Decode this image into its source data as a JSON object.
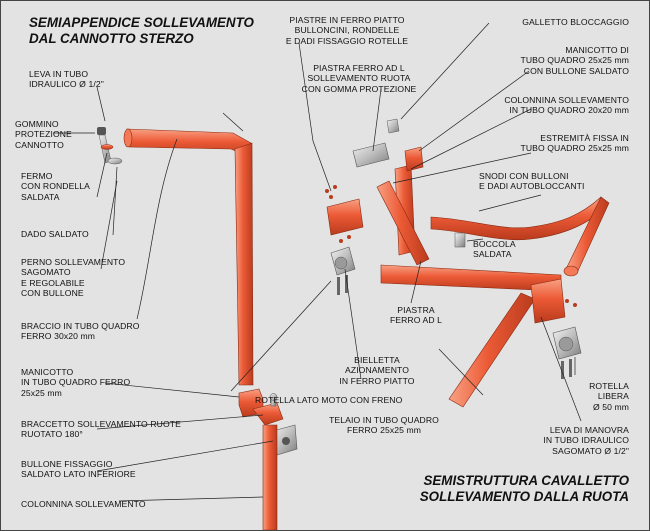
{
  "titles": {
    "top_left": [
      "SEMIAPPENDICE SOLLEVAMENTO",
      "DAL CANNOTTO STERZO"
    ],
    "bottom_right": [
      "SEMISTRUTTURA CAVALLETTO",
      "SOLLEVAMENTO DALLA RUOTA"
    ]
  },
  "colors": {
    "tube": "#ec5a36",
    "tube_dark": "#b93b1d",
    "tube_light": "#f58b6b",
    "metal": "#c9c9c9",
    "background": "#e3e3e4",
    "leader": "#222222"
  },
  "labels": {
    "leva_tubo": [
      "LEVA IN TUBO",
      "IDRAULICO Ø 1/2\""
    ],
    "gommino": [
      "GOMMINO",
      "PROTEZIONE",
      "CANNOTTO"
    ],
    "fermo": [
      "FERMO",
      "CON RONDELLA",
      "SALDATA"
    ],
    "dado_saldato": [
      "DADO SALDATO"
    ],
    "perno": [
      "PERNO SOLLEVAMENTO",
      "SAGOMATO",
      "E REGOLABILE",
      "CON BULLONE"
    ],
    "braccio": [
      "BRACCIO IN TUBO QUADRO",
      "FERRO 30x20 mm"
    ],
    "manicotto_ferro": [
      "MANICOTTO",
      "IN TUBO QUADRO FERRO",
      "25x25 mm"
    ],
    "braccetto": [
      "BRACCETTO SOLLEVAMENTO RUOTE",
      "RUOTATO 180°"
    ],
    "bullone": [
      "BULLONE FISSAGGIO",
      "SALDATO LATO INFERIORE"
    ],
    "colonnina": [
      "COLONNINA SOLLEVAMENTO"
    ],
    "piastre": [
      "PIASTRE IN FERRO PIATTO",
      "BULLONCINI, RONDELLE",
      "E DADI FISSAGGIO ROTELLE"
    ],
    "galletto": [
      "GALLETTO BLOCCAGGIO"
    ],
    "manicotto_bullone": [
      "MANICOTTO DI",
      "TUBO QUADRO 25x25 mm",
      "CON BULLONE SALDATO"
    ],
    "piastra_gomma": [
      "PIASTRA FERRO AD L",
      "SOLLEVAMENTO RUOTA",
      "CON GOMMA PROTEZIONE"
    ],
    "colonnina_20": [
      "COLONNINA SOLLEVAMENTO",
      "IN TUBO QUADRO 20x20 mm"
    ],
    "estremita": [
      "ESTREMITÀ FISSA IN",
      "TUBO QUADRO 25x25 mm"
    ],
    "snodi": [
      "SNODI CON BULLONI",
      "E DADI AUTOBLOCCANTI"
    ],
    "boccola": [
      "BOCCOLA",
      "SALDATA"
    ],
    "piastra_l": [
      "PIASTRA",
      "FERRO AD L"
    ],
    "biella": [
      "BIELLETTA",
      "AZIONAMENTO",
      "IN FERRO PIATTO"
    ],
    "rotella_moto": [
      "ROTELLA LATO MOTO CON FRENO"
    ],
    "rotella_libera": [
      "ROTELLA",
      "LIBERA",
      "Ø 50 mm"
    ],
    "telaio": [
      "TELAIO IN TUBO QUADRO",
      "FERRO 25x25 mm"
    ],
    "leva_manovra": [
      "LEVA DI MANOVRA",
      "IN TUBO IDRAULICO",
      "SAGOMATO Ø 1/2\""
    ]
  }
}
